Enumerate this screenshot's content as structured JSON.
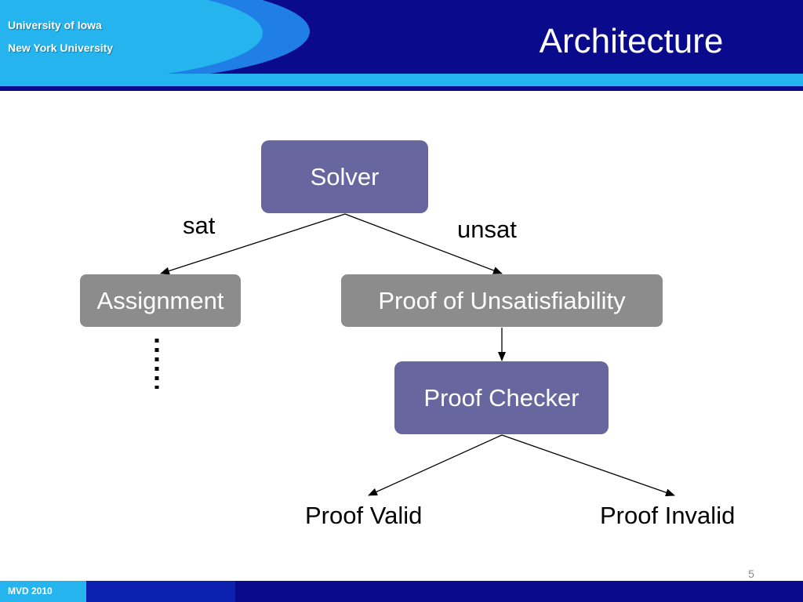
{
  "header": {
    "affiliation_1": "University of Iowa",
    "affiliation_2": "New York University",
    "title": "Architecture"
  },
  "diagram": {
    "nodes": {
      "solver": "Solver",
      "assignment": "Assignment",
      "proof_unsat": "Proof of Unsatisfiability",
      "proof_checker": "Proof Checker"
    },
    "edge_labels": {
      "sat": "sat",
      "unsat": "unsat"
    },
    "outcomes": {
      "valid": "Proof Valid",
      "invalid": "Proof Invalid"
    }
  },
  "footer": {
    "left_text": "MVD 2010",
    "page_number": "5"
  },
  "colors": {
    "header_dark": "#0a0a8c",
    "header_light": "#25b4ee",
    "node_purple": "#67669f",
    "node_gray": "#8c8c8c"
  }
}
